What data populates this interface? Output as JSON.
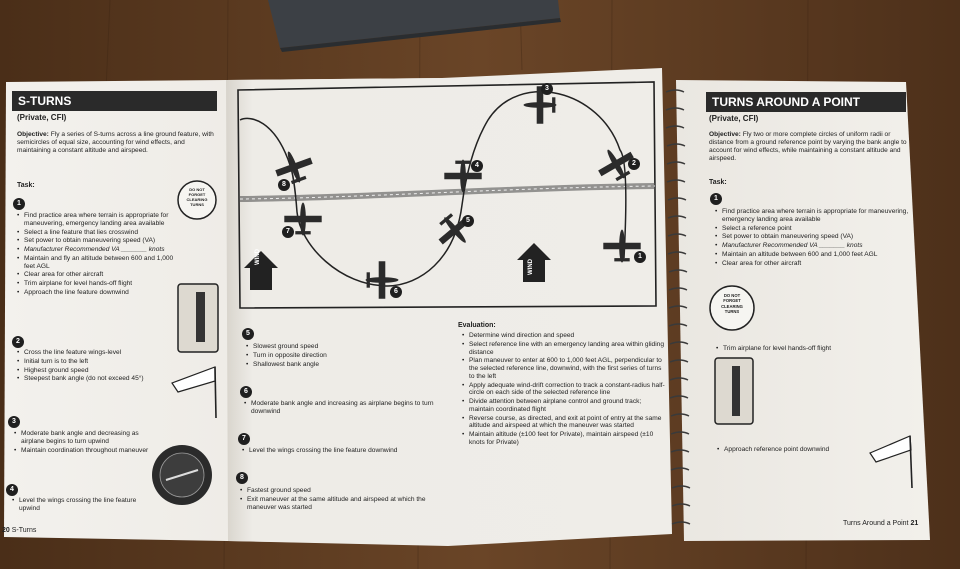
{
  "left_page": {
    "header": "S-TURNS",
    "subtitle": "(Private, CFI)",
    "objective_label": "Objective:",
    "objective_text": "Fly a series of S-turns across a line ground feature, with semicircles of equal size, accounting for wind effects, and maintaining a constant altitude and airspeed.",
    "task_label": "Task:",
    "badge": [
      "DO NOT",
      "FORGET",
      "CLEARING",
      "TURNS"
    ],
    "step1": [
      "Find practice area where terrain is appropriate for maneuvering, emergency landing area available",
      "Select a line feature that lies crosswind",
      "Set power to obtain maneuvering speed (VA)",
      "Manufacturer Recommended VA _______ knots",
      "Maintain and fly an altitude between 600 and 1,000 feet AGL",
      "Clear area for other aircraft",
      "Trim airplane for level hands-off flight",
      "Approach the line feature downwind"
    ],
    "step2": [
      "Cross the line feature wings-level",
      "Initial turn is to the left",
      "Highest ground speed",
      "Steepest bank angle (do not exceed 45°)"
    ],
    "step3": [
      "Moderate bank angle and decreasing as airplane begins to turn upwind",
      "Maintain coordination throughout maneuver"
    ],
    "step4": [
      "Level the wings crossing the line feature upwind"
    ],
    "footer_num": "20",
    "footer_title": "S-Turns"
  },
  "middle_page": {
    "wind_label": "WIND",
    "positions": [
      "1",
      "2",
      "3",
      "4",
      "5",
      "6",
      "7",
      "8"
    ],
    "step5": [
      "Slowest ground speed",
      "Turn in opposite direction",
      "Shallowest bank angle"
    ],
    "step6": [
      "Moderate bank angle and increasing as airplane begins to turn downwind"
    ],
    "step7": [
      "Level the wings crossing the line feature downwind"
    ],
    "step8": [
      "Fastest ground speed",
      "Exit maneuver at the same altitude and airspeed at which the maneuver was started"
    ],
    "evaluation_label": "Evaluation:",
    "evaluation": [
      "Determine wind direction and speed",
      "Select reference line with an emergency landing area within gliding distance",
      "Plan maneuver to enter at 600 to 1,000 feet AGL, perpendicular to the selected reference line, downwind, with the first series of turns to the left",
      "Apply adequate wind-drift correction to track a constant-radius half-circle on each side of the selected reference line",
      "Divide attention between airplane control and ground track; maintain coordinated flight",
      "Reverse course, as directed, and exit at point of entry at the same altitude and airspeed at which the maneuver was started",
      "Maintain altitude (±100 feet for Private), maintain airspeed (±10 knots for Private)"
    ]
  },
  "right_page": {
    "header": "TURNS AROUND A POINT",
    "subtitle": "(Private, CFI)",
    "objective_label": "Objective:",
    "objective_text": "Fly two or more complete circles of uniform radii or distance from a ground reference point by varying the bank angle to account for wind effects, while maintaining a constant altitude and airspeed.",
    "task_label": "Task:",
    "step1": [
      "Find practice area where terrain is appropriate for maneuvering, emergency landing area available",
      "Select a reference point",
      "Set power to obtain maneuvering speed (VA)",
      "Manufacturer Recommended VA _______ knots",
      "Maintain an altitude between 600 and 1,000 feet AGL",
      "Clear area for other aircraft"
    ],
    "badge": [
      "DO NOT",
      "FORGET",
      "CLEARING",
      "TURNS"
    ],
    "trim": [
      "Trim airplane for level hands-off flight"
    ],
    "approach": [
      "Approach reference point downwind"
    ],
    "footer_title": "Turns Around a Point",
    "footer_num": "21"
  },
  "colors": {
    "table": "#5a3a22",
    "page": "#f1efea",
    "ink": "#1d1d1d",
    "header_bar": "#2a2a2a"
  }
}
